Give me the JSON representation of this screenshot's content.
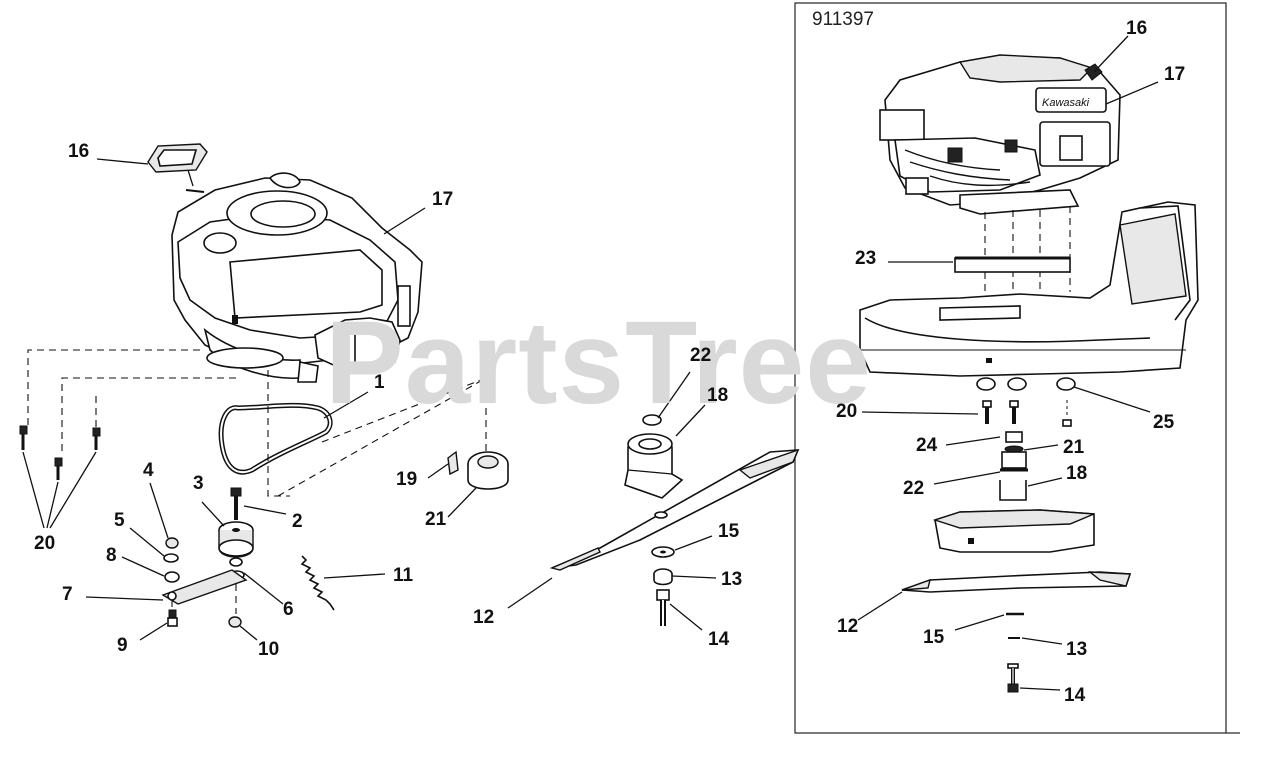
{
  "diagram": {
    "watermark": "PartsTree",
    "right_panel_id": "911397",
    "left_callouts": [
      {
        "id": "c-16-left",
        "label": "16"
      },
      {
        "id": "c-17-left",
        "label": "17"
      },
      {
        "id": "c-1",
        "label": "1"
      },
      {
        "id": "c-22-left",
        "label": "22"
      },
      {
        "id": "c-18-left",
        "label": "18"
      },
      {
        "id": "c-19",
        "label": "19"
      },
      {
        "id": "c-21-left",
        "label": "21"
      },
      {
        "id": "c-4",
        "label": "4"
      },
      {
        "id": "c-3",
        "label": "3"
      },
      {
        "id": "c-2",
        "label": "2"
      },
      {
        "id": "c-5",
        "label": "5"
      },
      {
        "id": "c-8",
        "label": "8"
      },
      {
        "id": "c-7",
        "label": "7"
      },
      {
        "id": "c-6",
        "label": "6"
      },
      {
        "id": "c-9",
        "label": "9"
      },
      {
        "id": "c-10",
        "label": "10"
      },
      {
        "id": "c-11",
        "label": "11"
      },
      {
        "id": "c-20-left",
        "label": "20"
      },
      {
        "id": "c-12-left",
        "label": "12"
      },
      {
        "id": "c-15-left",
        "label": "15"
      },
      {
        "id": "c-13-left",
        "label": "13"
      },
      {
        "id": "c-14-left",
        "label": "14"
      }
    ],
    "right_callouts": [
      {
        "id": "r-16",
        "label": "16"
      },
      {
        "id": "r-17",
        "label": "17"
      },
      {
        "id": "r-23",
        "label": "23"
      },
      {
        "id": "r-20",
        "label": "20"
      },
      {
        "id": "r-25",
        "label": "25"
      },
      {
        "id": "r-24",
        "label": "24"
      },
      {
        "id": "r-21",
        "label": "21"
      },
      {
        "id": "r-22",
        "label": "22"
      },
      {
        "id": "r-18",
        "label": "18"
      },
      {
        "id": "r-12",
        "label": "12"
      },
      {
        "id": "r-15",
        "label": "15"
      },
      {
        "id": "r-13",
        "label": "13"
      },
      {
        "id": "r-14",
        "label": "14"
      }
    ],
    "engine_brand_text": "Kawasaki",
    "colors": {
      "ink": "#111111",
      "watermark": "#d9d9d9",
      "background": "#ffffff"
    }
  }
}
